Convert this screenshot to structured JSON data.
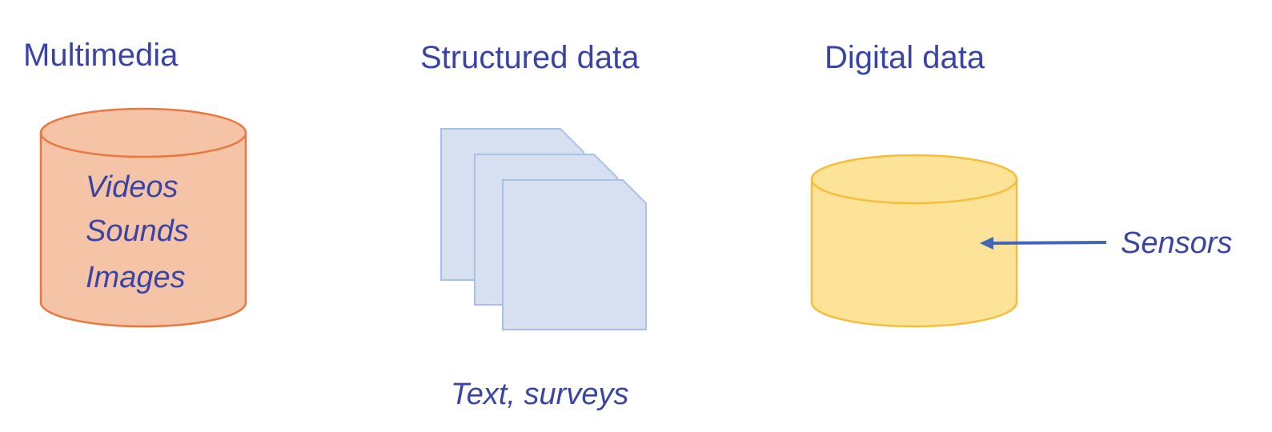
{
  "colors": {
    "text": "#3a44a6",
    "multimedia_fill": "#f5c4a7",
    "multimedia_stroke": "#e9773e",
    "docs_fill": "#d6e0f1",
    "docs_stroke": "#a9c0e5",
    "digital_fill": "#fce397",
    "digital_stroke": "#f7bd3a",
    "arrow": "#4366b7"
  },
  "multimedia": {
    "title": "Multimedia",
    "items": [
      "Videos",
      "Sounds",
      "Images"
    ]
  },
  "structured": {
    "title": "Structured data",
    "caption": "Text, surveys"
  },
  "digital": {
    "title": "Digital data",
    "source_label": "Sensors"
  }
}
